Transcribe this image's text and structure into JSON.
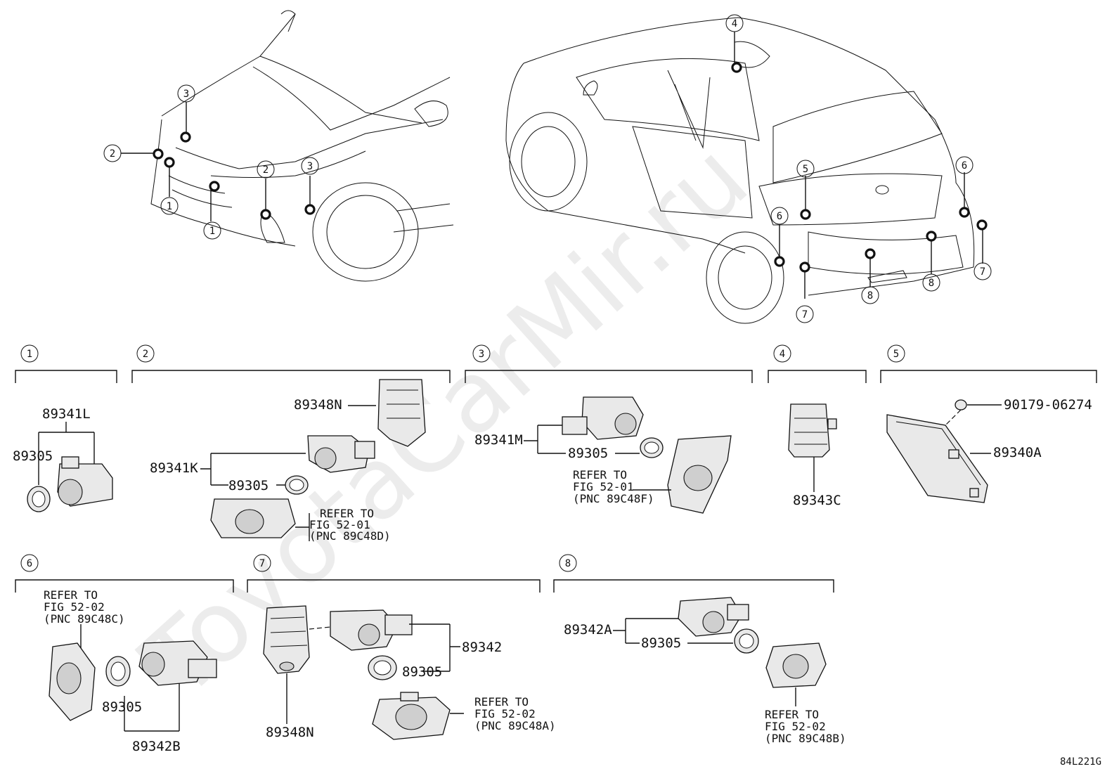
{
  "diagram_code": "84L221G",
  "watermark": "ToyotaCarMir.ru",
  "callout_numbers": [
    "1",
    "2",
    "3",
    "4",
    "5",
    "6",
    "7",
    "8"
  ],
  "groups": [
    {
      "id": "1",
      "parts": [
        "89341L",
        "89305"
      ]
    },
    {
      "id": "2",
      "parts": [
        "89348N",
        "89341K",
        "89305"
      ],
      "refer": [
        "REFER TO",
        "FIG 52-01",
        "(PNC 89C48D)"
      ]
    },
    {
      "id": "3",
      "parts": [
        "89341M",
        "89305"
      ],
      "refer": [
        "REFER TO",
        "FIG 52-01",
        "(PNC 89C48F)"
      ]
    },
    {
      "id": "4",
      "parts": [
        "89343C"
      ]
    },
    {
      "id": "5",
      "parts": [
        "90179-06274",
        "89340A"
      ]
    },
    {
      "id": "6",
      "parts": [
        "89305",
        "89342B"
      ],
      "refer": [
        "REFER TO",
        "FIG 52-02",
        "(PNC 89C48C)"
      ]
    },
    {
      "id": "7",
      "parts": [
        "89342",
        "89305",
        "89348N"
      ],
      "refer": [
        "REFER TO",
        "FIG 52-02",
        "(PNC 89C48A)"
      ]
    },
    {
      "id": "8",
      "parts": [
        "89342A",
        "89305"
      ],
      "refer": [
        "REFER TO",
        "FIG 52-02",
        "(PNC 89C48B)"
      ]
    }
  ]
}
